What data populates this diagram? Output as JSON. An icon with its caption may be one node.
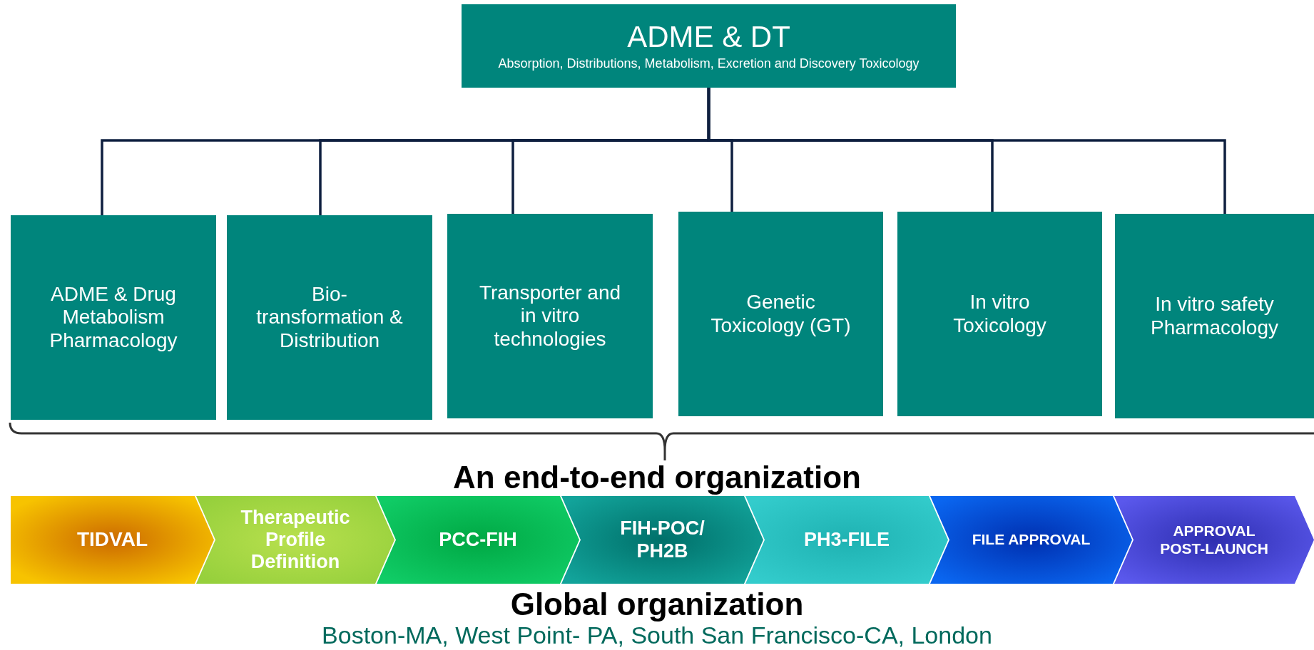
{
  "diagram": {
    "nodes": [
      {
        "text": [
          "ADME & DT",
          "Absorption, Distributions, Metabolism, Excretion and Discovery Toxicology"
        ]
      },
      {
        "text": [
          "ADME & Drug Metabolism Pharmacology"
        ]
      },
      {
        "text": [
          "Bio-transformation & Distribution"
        ]
      },
      {
        "text": [
          "Transporter and in vitro technologies"
        ]
      },
      {
        "text": [
          "Genetic Toxicology (GT)"
        ]
      },
      {
        "text": [
          "In vitro Toxicology"
        ]
      },
      {
        "text": [
          "In vitro safety Pharmacology"
        ]
      },
      {
        "text": [
          "TIDVAL"
        ]
      },
      {
        "text": [
          "Therapeutic Profile Definition"
        ]
      },
      {
        "text": [
          "PCC-FIH"
        ]
      },
      {
        "text": [
          "FIH-POC/ PH2B"
        ]
      },
      {
        "text": [
          "PH3-FILE"
        ]
      },
      {
        "text": [
          "FILE APPROVAL"
        ]
      },
      {
        "text": [
          "APPROVAL POST-LAUNCH"
        ]
      }
    ],
    "edges": [
      {
        "from": 0,
        "to": 1,
        "arrow": "none"
      },
      {
        "from": 0,
        "to": 2,
        "arrow": "none"
      },
      {
        "from": 0,
        "to": 3,
        "arrow": "none"
      },
      {
        "from": 0,
        "to": 4,
        "arrow": "none"
      },
      {
        "from": 0,
        "to": 5,
        "arrow": "none"
      },
      {
        "from": 0,
        "to": 6,
        "arrow": "none"
      }
    ],
    "labels": [
      "An end-to-end organization",
      "Global organization",
      "Boston-MA, West Point- PA, South San Francisco-CA, London"
    ]
  }
}
